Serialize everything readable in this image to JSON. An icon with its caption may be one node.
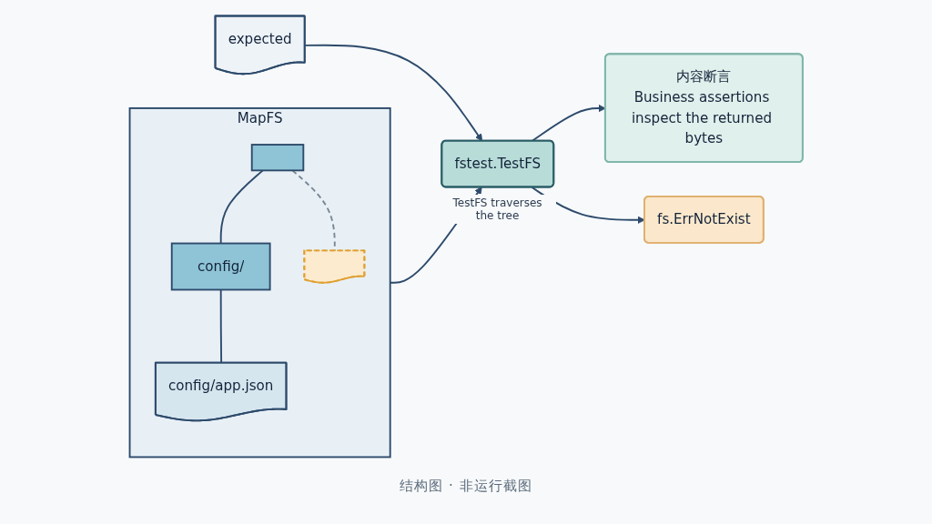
{
  "diagram": {
    "caption": "结构图 · 非运行截图",
    "nodes": [
      {
        "text": [
          "MapFS"
        ]
      },
      {
        "text": [],
        "shape": "folder",
        "in": 0
      },
      {
        "text": [
          "config/"
        ],
        "in": 0
      },
      {
        "text": [
          "config/app.json"
        ],
        "in": 0
      },
      {
        "text": [],
        "shape": "file",
        "in": 0
      },
      {
        "text": [
          "expected"
        ]
      },
      {
        "text": [
          "fstest.TestFS"
        ],
        "beside": [
          "TestFS traverses the tree"
        ]
      },
      {
        "text": [
          "内容断言",
          "Business assertions inspect the returned bytes"
        ]
      },
      {
        "text": [
          "fs.ErrNotExist"
        ]
      }
    ],
    "edges": [
      {
        "from": 1,
        "to": 2,
        "arrow": "none"
      },
      {
        "from": 2,
        "to": 3,
        "arrow": "none"
      },
      {
        "from": 1,
        "to": 4,
        "arrow": "none",
        "style": "dashed",
        "color": "#7a8794"
      },
      {
        "from": 0,
        "to": 6,
        "arrow": "to"
      },
      {
        "from": 5,
        "to": 6,
        "arrow": "to"
      },
      {
        "from": 6,
        "to": 7,
        "arrow": "to"
      },
      {
        "from": 6,
        "to": 8,
        "arrow": "to"
      }
    ]
  }
}
